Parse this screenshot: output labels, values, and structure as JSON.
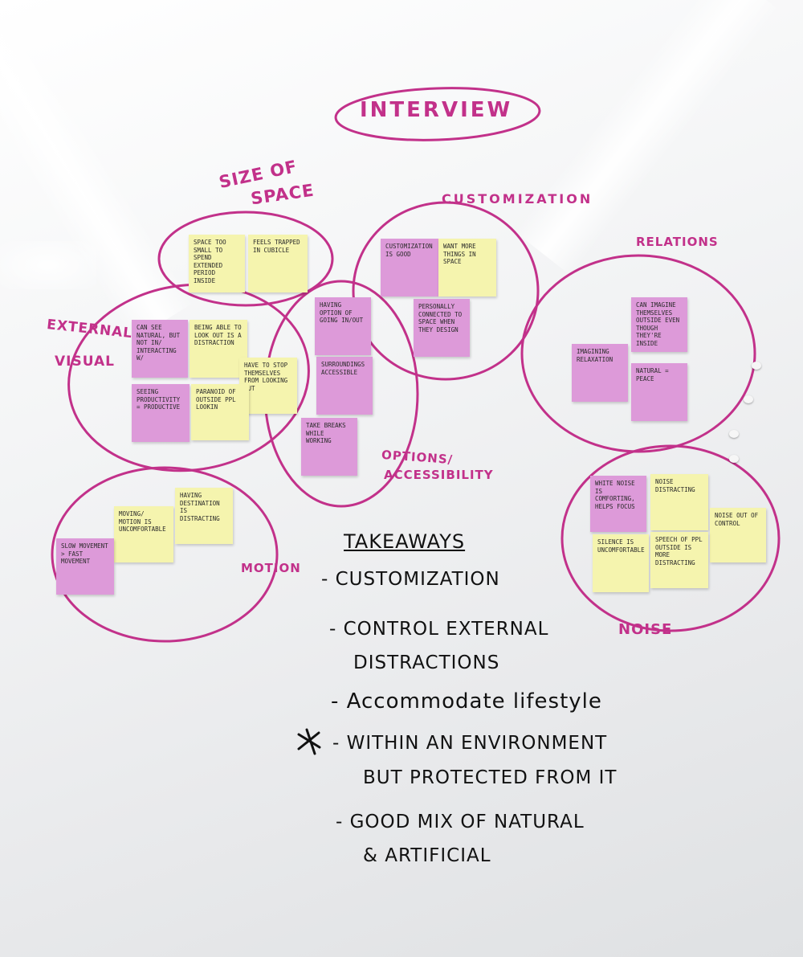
{
  "board": {
    "title": "INTERVIEW",
    "clusters": {
      "size_of_space": {
        "label_line1": "SIZE OF",
        "label_line2": "SPACE",
        "notes": [
          {
            "text": "Space too small to spend extended period inside",
            "color": "yellow"
          },
          {
            "text": "Feels trapped in cubicle",
            "color": "yellow"
          }
        ]
      },
      "customization": {
        "label": "CUSTOMIZATION",
        "notes": [
          {
            "text": "Customization is good",
            "color": "pink"
          },
          {
            "text": "Want more things in space",
            "color": "yellow"
          },
          {
            "text": "Personally connected to space when they design",
            "color": "pink"
          }
        ]
      },
      "relations": {
        "label": "RELATIONS",
        "notes": [
          {
            "text": "Can imagine themselves outside even though they're inside",
            "color": "pink"
          },
          {
            "text": "Imagining relaxation",
            "color": "pink"
          },
          {
            "text": "Natural = peace",
            "color": "pink"
          }
        ]
      },
      "external_visual": {
        "label_line1": "EXTERNAL/",
        "label_line2": "VISUAL",
        "notes": [
          {
            "text": "Can see natural, but not in/ interacting w/",
            "color": "pink"
          },
          {
            "text": "Being able to look out is a distraction",
            "color": "yellow"
          },
          {
            "text": "Have to stop themselves from looking out",
            "color": "yellow"
          },
          {
            "text": "Seeing productivity = productive",
            "color": "pink"
          },
          {
            "text": "Paranoid of outside ppl lookin",
            "color": "yellow"
          }
        ]
      },
      "options_accessibility": {
        "label_line1": "OPTIONS/",
        "label_line2": "ACCESSIBILITY",
        "notes": [
          {
            "text": "Having option of going in/out",
            "color": "pink"
          },
          {
            "text": "Surroundings accessible",
            "color": "pink"
          },
          {
            "text": "Take breaks while working",
            "color": "pink"
          }
        ]
      },
      "motion": {
        "label": "MOTION",
        "notes": [
          {
            "text": "Moving/ motion is uncomfortable",
            "color": "yellow"
          },
          {
            "text": "Having destination is distracting",
            "color": "yellow"
          },
          {
            "text": "Slow movement > fast movement",
            "color": "pink"
          }
        ]
      },
      "noise": {
        "label": "NOISE",
        "notes": [
          {
            "text": "White noise is comforting, helps focus",
            "color": "pink"
          },
          {
            "text": "Noise distracting",
            "color": "yellow"
          },
          {
            "text": "Noise out of control",
            "color": "yellow"
          },
          {
            "text": "Silence is uncomfortable",
            "color": "yellow"
          },
          {
            "text": "Speech of ppl outside is more distracting",
            "color": "yellow"
          }
        ]
      }
    },
    "takeaways": {
      "heading": "TAKEAWAYS",
      "items": [
        "- CUSTOMIZATION",
        "- CONTROL EXTERNAL",
        "DISTRACTIONS",
        "- Accommodate lifestyle",
        "- WITHIN AN ENVIRONMENT",
        "BUT PROTECTED FROM IT",
        "- GOOD MIX OF NATURAL",
        "& ARTIFICIAL"
      ],
      "star_mark": "*"
    }
  },
  "colors": {
    "marker_magenta": "#c2318a",
    "marker_black": "#111111",
    "sticky_pink": "#dd9ad9",
    "sticky_yellow": "#f5f4ae",
    "whiteboard": "#f1f2f3"
  }
}
